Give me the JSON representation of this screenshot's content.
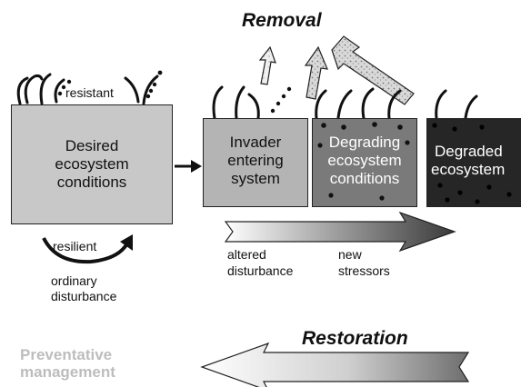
{
  "title_removal": "Removal",
  "boxes": {
    "desired": {
      "lines": [
        "Desired",
        "ecosystem",
        "conditions"
      ]
    },
    "invader": {
      "lines": [
        "Invader",
        "entering",
        "system"
      ]
    },
    "degrading": {
      "lines": [
        "Degrading",
        "ecosystem",
        "conditions"
      ]
    },
    "degraded": {
      "lines": [
        "Degraded",
        "ecosystem"
      ]
    }
  },
  "labels": {
    "resistant": "resistant",
    "resilient": "resilient",
    "ordinary_disturbance": [
      "ordinary",
      "disturbance"
    ],
    "altered_disturbance": [
      "altered",
      "disturbance"
    ],
    "new_stressors": [
      "new",
      "stressors"
    ]
  },
  "restoration": "Restoration",
  "preventative": [
    "Preventative",
    "management"
  ],
  "colors": {
    "desired_fill": "#c8c8c8",
    "invader_fill": "#b4b4b4",
    "degrading_fill": "#7a7a7a",
    "degraded_fill": "#262626",
    "preventative_text": "#bdbdbd"
  }
}
